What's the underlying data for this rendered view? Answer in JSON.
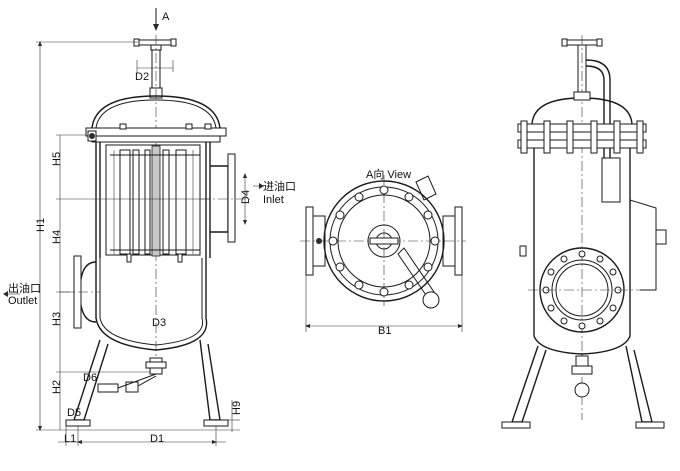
{
  "views": {
    "front": {
      "labels": {
        "a_arrow": "A",
        "d2": "D2",
        "d3": "D3",
        "d4": "D4",
        "d5": "D5",
        "d6": "D6",
        "d1": "D1",
        "l1": "L1",
        "h1": "H1",
        "h2": "H2",
        "h3": "H3",
        "h4": "H4",
        "h5": "H5",
        "h9": "H9"
      },
      "inlet_cn": "进油口",
      "inlet_en": "Inlet",
      "outlet_cn": "出油口",
      "outlet_en": "Outlet"
    },
    "top": {
      "title": "A向 View",
      "b1": "B1"
    }
  }
}
